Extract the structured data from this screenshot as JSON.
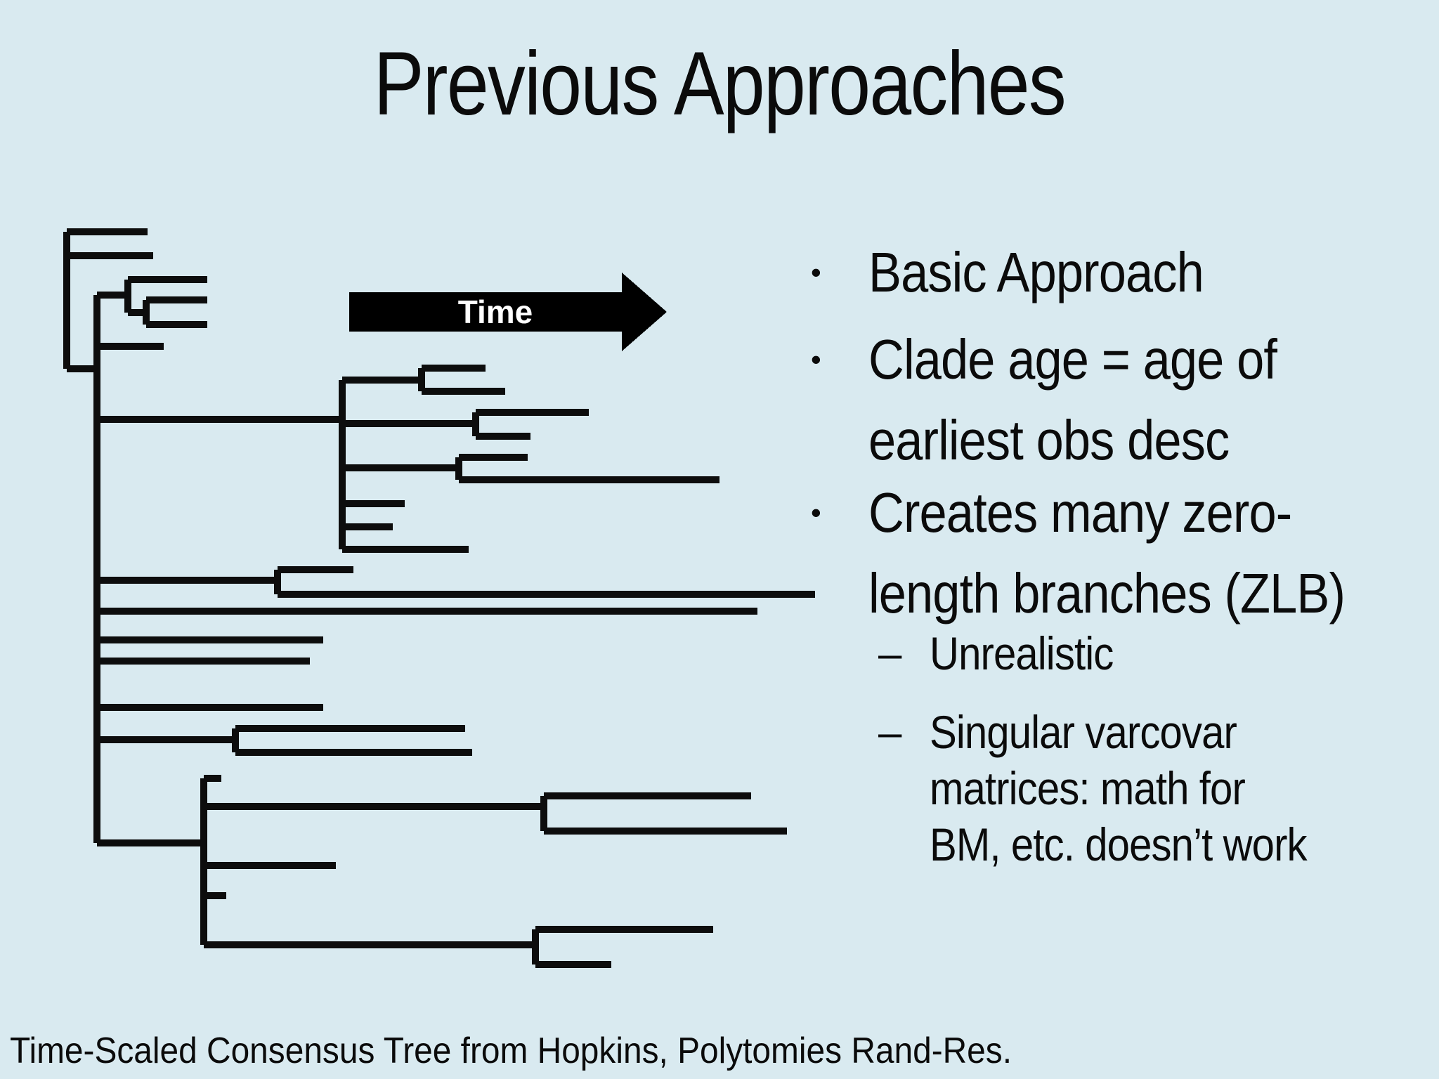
{
  "slide": {
    "title": "Previous Approaches",
    "background_color": "#d9eaf0",
    "line_color": "#0d0d0d",
    "text_color": "#0b0b0b",
    "caption": "Time-Scaled Consensus Tree from Hopkins, Polytomies Rand-Res."
  },
  "arrow": {
    "label": "Time",
    "fill": "#000000",
    "text_color": "#ffffff"
  },
  "bullets": [
    {
      "level": 1,
      "marker": "•",
      "lines": [
        "Basic Approach"
      ]
    },
    {
      "level": 1,
      "marker": "•",
      "lines": [
        "Clade age = age of",
        "earliest obs desc"
      ]
    },
    {
      "level": 1,
      "marker": "•",
      "lines": [
        "Creates many zero-",
        "length branches (ZLB)"
      ]
    },
    {
      "level": 2,
      "marker": "–",
      "lines": [
        "Unrealistic"
      ]
    },
    {
      "level": 2,
      "marker": "–",
      "lines": [
        "Singular varcovar",
        "matrices: math for",
        "BM, etc. doesn’t work"
      ]
    }
  ],
  "diagram": {
    "type": "time-scaled-phylogenetic-consensus-tree",
    "stroke_width": 10,
    "segments": [
      [
        95,
        330,
        95,
        525
      ],
      [
        95,
        330,
        210,
        330
      ],
      [
        95,
        364,
        218,
        364
      ],
      [
        95,
        525,
        138,
        525
      ],
      [
        138,
        420,
        138,
        1200
      ],
      [
        138,
        420,
        182,
        420
      ],
      [
        182,
        398,
        182,
        445
      ],
      [
        182,
        398,
        295,
        398
      ],
      [
        182,
        445,
        208,
        445
      ],
      [
        208,
        427,
        208,
        462
      ],
      [
        208,
        427,
        295,
        427
      ],
      [
        208,
        462,
        295,
        462
      ],
      [
        138,
        493,
        233,
        493
      ],
      [
        138,
        597,
        487,
        597
      ],
      [
        487,
        541,
        487,
        782
      ],
      [
        487,
        541,
        600,
        541
      ],
      [
        600,
        524,
        600,
        557
      ],
      [
        600,
        524,
        691,
        524
      ],
      [
        600,
        557,
        719,
        557
      ],
      [
        487,
        603,
        677,
        603
      ],
      [
        677,
        587,
        677,
        621
      ],
      [
        677,
        587,
        838,
        587
      ],
      [
        677,
        621,
        755,
        621
      ],
      [
        487,
        666,
        653,
        666
      ],
      [
        653,
        651,
        653,
        683
      ],
      [
        653,
        651,
        751,
        651
      ],
      [
        653,
        683,
        1024,
        683
      ],
      [
        487,
        717,
        576,
        717
      ],
      [
        487,
        750,
        559,
        750
      ],
      [
        487,
        782,
        667,
        782
      ],
      [
        138,
        826,
        395,
        826
      ],
      [
        395,
        811,
        395,
        846
      ],
      [
        395,
        811,
        503,
        811
      ],
      [
        395,
        846,
        1160,
        846
      ],
      [
        138,
        870,
        1078,
        870
      ],
      [
        138,
        911,
        460,
        911
      ],
      [
        138,
        941,
        441,
        941
      ],
      [
        138,
        1007,
        460,
        1007
      ],
      [
        138,
        1053,
        335,
        1053
      ],
      [
        335,
        1037,
        335,
        1071
      ],
      [
        335,
        1037,
        662,
        1037
      ],
      [
        335,
        1071,
        672,
        1071
      ],
      [
        138,
        1200,
        290,
        1200
      ],
      [
        290,
        1108,
        290,
        1345
      ],
      [
        290,
        1108,
        315,
        1108
      ],
      [
        290,
        1148,
        774,
        1148
      ],
      [
        774,
        1133,
        774,
        1183
      ],
      [
        774,
        1133,
        1069,
        1133
      ],
      [
        774,
        1183,
        1120,
        1183
      ],
      [
        290,
        1232,
        478,
        1232
      ],
      [
        290,
        1275,
        322,
        1275
      ],
      [
        290,
        1345,
        762,
        1345
      ],
      [
        762,
        1323,
        762,
        1373
      ],
      [
        762,
        1323,
        1015,
        1323
      ],
      [
        762,
        1373,
        870,
        1373
      ]
    ]
  }
}
